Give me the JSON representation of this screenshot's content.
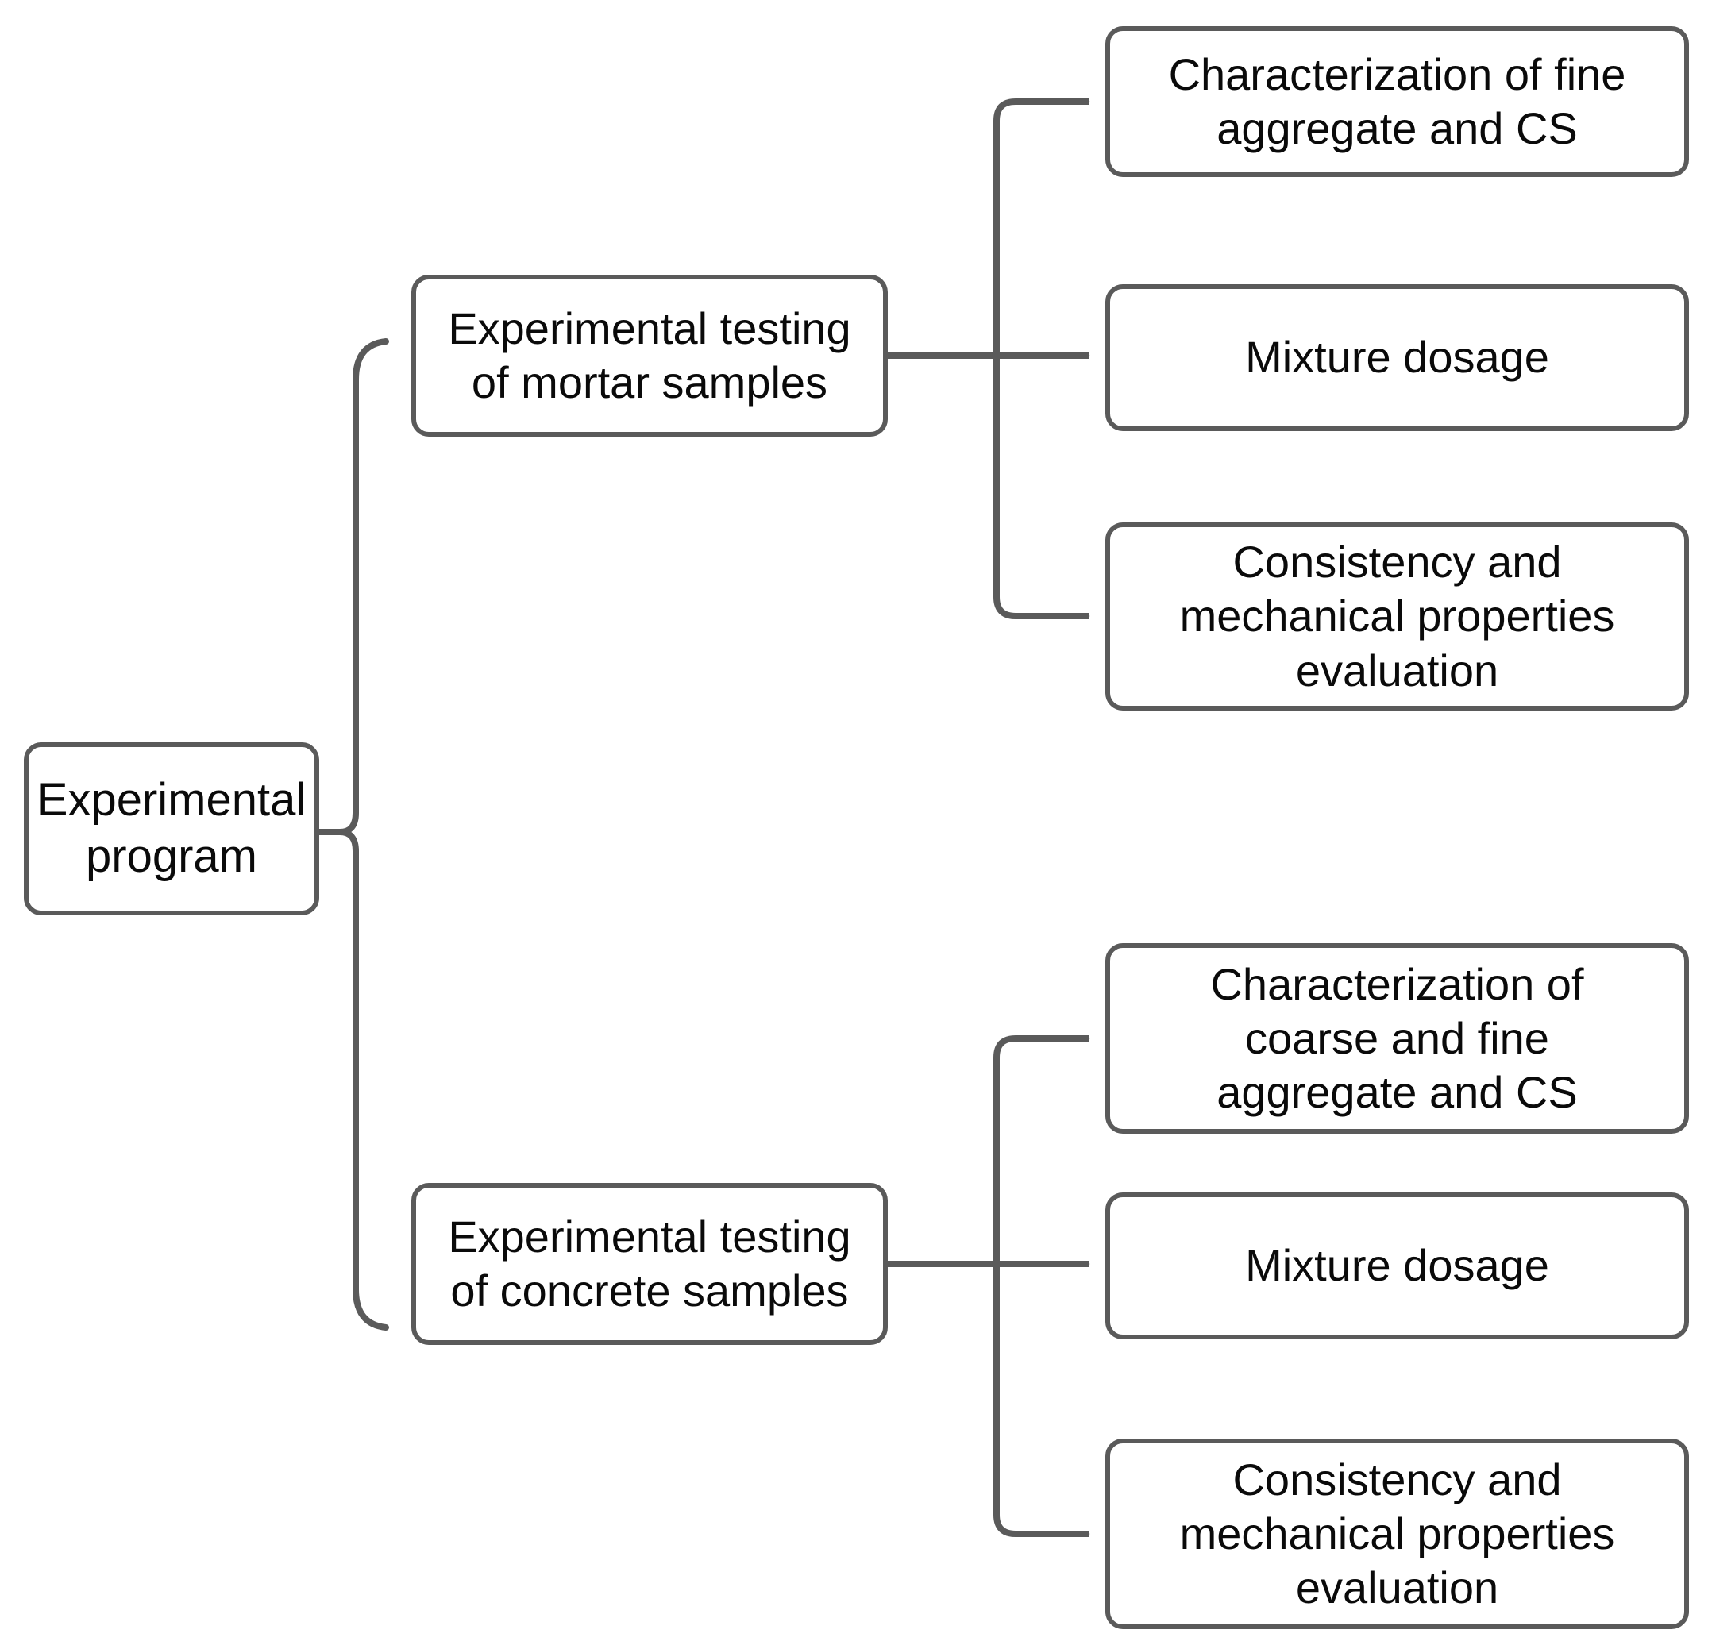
{
  "diagram": {
    "type": "flowchart",
    "title": "Experimental program flowchart",
    "orientation": "left-to-right",
    "colors": {
      "node_border": "#5a5a5a",
      "node_fill": "#ffffff",
      "connector": "#5a5a5a",
      "text": "#0a0a0a"
    },
    "root": {
      "label": "Experimental\nprogram"
    },
    "branches": [
      {
        "id": "mortar",
        "label": "Experimental testing\nof mortar samples",
        "children": [
          {
            "id": "mortar-characterization",
            "label": "Characterization of fine\naggregate and CS"
          },
          {
            "id": "mortar-mixture",
            "label": "Mixture dosage"
          },
          {
            "id": "mortar-consistency",
            "label": "Consistency and\nmechanical properties\nevaluation"
          }
        ]
      },
      {
        "id": "concrete",
        "label": "Experimental testing\nof concrete samples",
        "children": [
          {
            "id": "concrete-characterization",
            "label": "Characterization of\ncoarse and fine\naggregate and CS"
          },
          {
            "id": "concrete-mixture",
            "label": "Mixture dosage"
          },
          {
            "id": "concrete-consistency",
            "label": "Consistency and\nmechanical properties\nevaluation"
          }
        ]
      }
    ],
    "connectors": {
      "root_to_branches": "curly-brace",
      "branch_to_children": "arrow-fan"
    }
  }
}
